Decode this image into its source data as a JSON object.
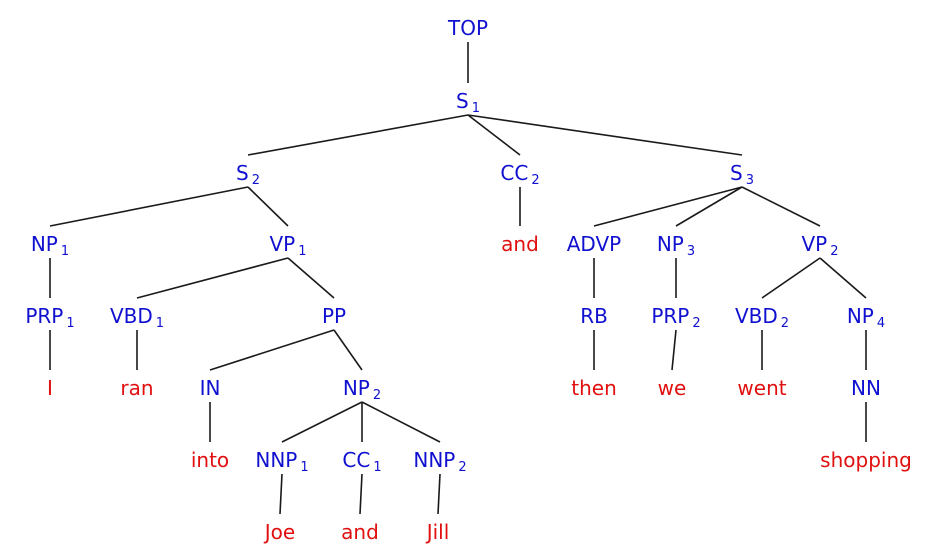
{
  "colors": {
    "category": "#1010d0",
    "word": "#e01010",
    "edge": "#1a1a1a"
  },
  "nodes": [
    {
      "id": "top",
      "label": "TOP",
      "sub": "",
      "kind": "category"
    },
    {
      "id": "s1",
      "label": "S",
      "sub": "1",
      "kind": "category"
    },
    {
      "id": "s2",
      "label": "S",
      "sub": "2",
      "kind": "category"
    },
    {
      "id": "cc2",
      "label": "CC",
      "sub": "2",
      "kind": "category"
    },
    {
      "id": "s3",
      "label": "S",
      "sub": "3",
      "kind": "category"
    },
    {
      "id": "np1",
      "label": "NP",
      "sub": "1",
      "kind": "category"
    },
    {
      "id": "vp1",
      "label": "VP",
      "sub": "1",
      "kind": "category"
    },
    {
      "id": "and2",
      "label": "and",
      "sub": "",
      "kind": "word"
    },
    {
      "id": "advp",
      "label": "ADVP",
      "sub": "",
      "kind": "category"
    },
    {
      "id": "np3",
      "label": "NP",
      "sub": "3",
      "kind": "category"
    },
    {
      "id": "vp2",
      "label": "VP",
      "sub": "2",
      "kind": "category"
    },
    {
      "id": "prp1",
      "label": "PRP",
      "sub": "1",
      "kind": "category"
    },
    {
      "id": "vbd1",
      "label": "VBD",
      "sub": "1",
      "kind": "category"
    },
    {
      "id": "pp",
      "label": "PP",
      "sub": "",
      "kind": "category"
    },
    {
      "id": "rb",
      "label": "RB",
      "sub": "",
      "kind": "category"
    },
    {
      "id": "prp2",
      "label": "PRP",
      "sub": "2",
      "kind": "category"
    },
    {
      "id": "vbd2",
      "label": "VBD",
      "sub": "2",
      "kind": "category"
    },
    {
      "id": "np4",
      "label": "NP",
      "sub": "4",
      "kind": "category"
    },
    {
      "id": "w_i",
      "label": "I",
      "sub": "",
      "kind": "word"
    },
    {
      "id": "w_ran",
      "label": "ran",
      "sub": "",
      "kind": "word"
    },
    {
      "id": "in",
      "label": "IN",
      "sub": "",
      "kind": "category"
    },
    {
      "id": "np2",
      "label": "NP",
      "sub": "2",
      "kind": "category"
    },
    {
      "id": "w_then",
      "label": "then",
      "sub": "",
      "kind": "word"
    },
    {
      "id": "w_we",
      "label": "we",
      "sub": "",
      "kind": "word"
    },
    {
      "id": "w_went",
      "label": "went",
      "sub": "",
      "kind": "word"
    },
    {
      "id": "nn",
      "label": "NN",
      "sub": "",
      "kind": "category"
    },
    {
      "id": "w_into",
      "label": "into",
      "sub": "",
      "kind": "word"
    },
    {
      "id": "nnp1",
      "label": "NNP",
      "sub": "1",
      "kind": "category"
    },
    {
      "id": "cc1",
      "label": "CC",
      "sub": "1",
      "kind": "category"
    },
    {
      "id": "nnp2",
      "label": "NNP",
      "sub": "2",
      "kind": "category"
    },
    {
      "id": "w_shopping",
      "label": "shopping",
      "sub": "",
      "kind": "word"
    },
    {
      "id": "w_joe",
      "label": "Joe",
      "sub": "",
      "kind": "word"
    },
    {
      "id": "w_and1",
      "label": "and",
      "sub": "",
      "kind": "word"
    },
    {
      "id": "w_jill",
      "label": "Jill",
      "sub": "",
      "kind": "word"
    }
  ],
  "edges": [
    [
      "top",
      "s1"
    ],
    [
      "s1",
      "s2"
    ],
    [
      "s1",
      "cc2"
    ],
    [
      "s1",
      "s3"
    ],
    [
      "s2",
      "np1"
    ],
    [
      "s2",
      "vp1"
    ],
    [
      "cc2",
      "and2"
    ],
    [
      "s3",
      "advp"
    ],
    [
      "s3",
      "np3"
    ],
    [
      "s3",
      "vp2"
    ],
    [
      "np1",
      "prp1"
    ],
    [
      "prp1",
      "w_i"
    ],
    [
      "vp1",
      "vbd1"
    ],
    [
      "vp1",
      "pp"
    ],
    [
      "vbd1",
      "w_ran"
    ],
    [
      "pp",
      "in"
    ],
    [
      "pp",
      "np2"
    ],
    [
      "in",
      "w_into"
    ],
    [
      "np2",
      "nnp1"
    ],
    [
      "np2",
      "cc1"
    ],
    [
      "np2",
      "nnp2"
    ],
    [
      "nnp1",
      "w_joe"
    ],
    [
      "cc1",
      "w_and1"
    ],
    [
      "nnp2",
      "w_jill"
    ],
    [
      "advp",
      "rb"
    ],
    [
      "rb",
      "w_then"
    ],
    [
      "np3",
      "prp2"
    ],
    [
      "prp2",
      "w_we"
    ],
    [
      "vp2",
      "vbd2"
    ],
    [
      "vp2",
      "np4"
    ],
    [
      "vbd2",
      "w_went"
    ],
    [
      "np4",
      "nn"
    ],
    [
      "nn",
      "w_shopping"
    ]
  ]
}
